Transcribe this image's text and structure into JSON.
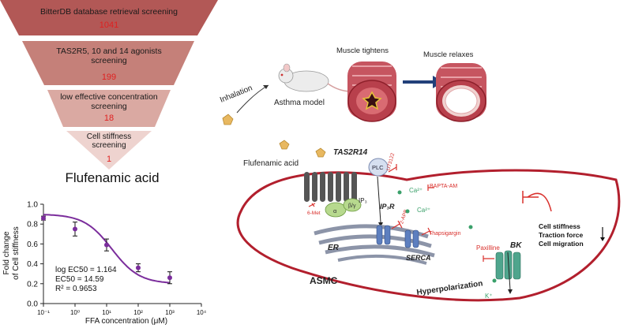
{
  "funnel": {
    "stages": [
      {
        "label": "BitterDB database retrieval screening",
        "count": "1041"
      },
      {
        "label_lines": [
          "TAS2R5, 10 and 14 agonists",
          "screening"
        ],
        "count": "199"
      },
      {
        "label_lines": [
          "low effective concentration",
          "screening"
        ],
        "count": "18"
      },
      {
        "label_lines": [
          "Cell stiffness",
          "screening"
        ],
        "count": "1"
      }
    ],
    "result": "Flufenamic acid"
  },
  "chart_data": {
    "type": "line",
    "xlabel": "FFA concentration (μM)",
    "ylabel_lines": [
      "Fold change",
      "of Cell stiffness"
    ],
    "x_tick_labels": [
      "10⁻¹",
      "10⁰",
      "10¹",
      "10²",
      "10³",
      "10⁴"
    ],
    "y_tick_labels": [
      "0.0",
      "0.2",
      "0.4",
      "0.6",
      "0.8",
      "1.0"
    ],
    "x_scale": "log",
    "xlim": [
      0.1,
      10000
    ],
    "ylim": [
      0.0,
      1.0
    ],
    "points": [
      {
        "x": 0.1,
        "y": 0.86,
        "err": 0.02
      },
      {
        "x": 1,
        "y": 0.75,
        "err": 0.07
      },
      {
        "x": 10,
        "y": 0.59,
        "err": 0.06
      },
      {
        "x": 100,
        "y": 0.36,
        "err": 0.04
      },
      {
        "x": 1000,
        "y": 0.26,
        "err": 0.06
      }
    ],
    "fit": {
      "top": 0.9,
      "bottom": 0.2,
      "log_ec50": 1.164
    },
    "annotations": [
      "log EC50 = 1.164",
      "EC50 = 14.59",
      "R² = 0.9653"
    ],
    "color": "#7b2d9c"
  },
  "diagram": {
    "inhalation": "Inhalation",
    "asthma_model": "Asthma model",
    "muscle_tightens": "Muscle tightens",
    "muscle_relaxes": "Muscle relaxes",
    "ffa_label": "Flufenamic acid",
    "receptor": "TAS2R14",
    "plc": "PLC",
    "u73122": "U73122",
    "bapta": "BAPTA-AM",
    "ip3": "IP₃",
    "ip3r": "IP₃R",
    "apb": "2-APB",
    "thapsigargin": "Thapsigargin",
    "er": "ER",
    "serca": "SERCA",
    "six_met": "6-Met",
    "alpha": "α",
    "beta_gamma": "β/γ",
    "ca1": "Ca²⁺",
    "ca2": "Ca²⁺",
    "paxilline": "Paxilline",
    "bk": "BK",
    "k_ion": "K⁺",
    "asmc": "ASMC",
    "hyperpolarization": "Hyperpolarization",
    "outcomes": [
      "Cell stiffness",
      "Traction force",
      "Cell migration"
    ],
    "colors": {
      "membrane": "#b21f2d",
      "inhibitor": "#d9302c",
      "funnel_top": "#b45a58",
      "receptor": "#555555",
      "channel": "#4fa58d"
    }
  }
}
